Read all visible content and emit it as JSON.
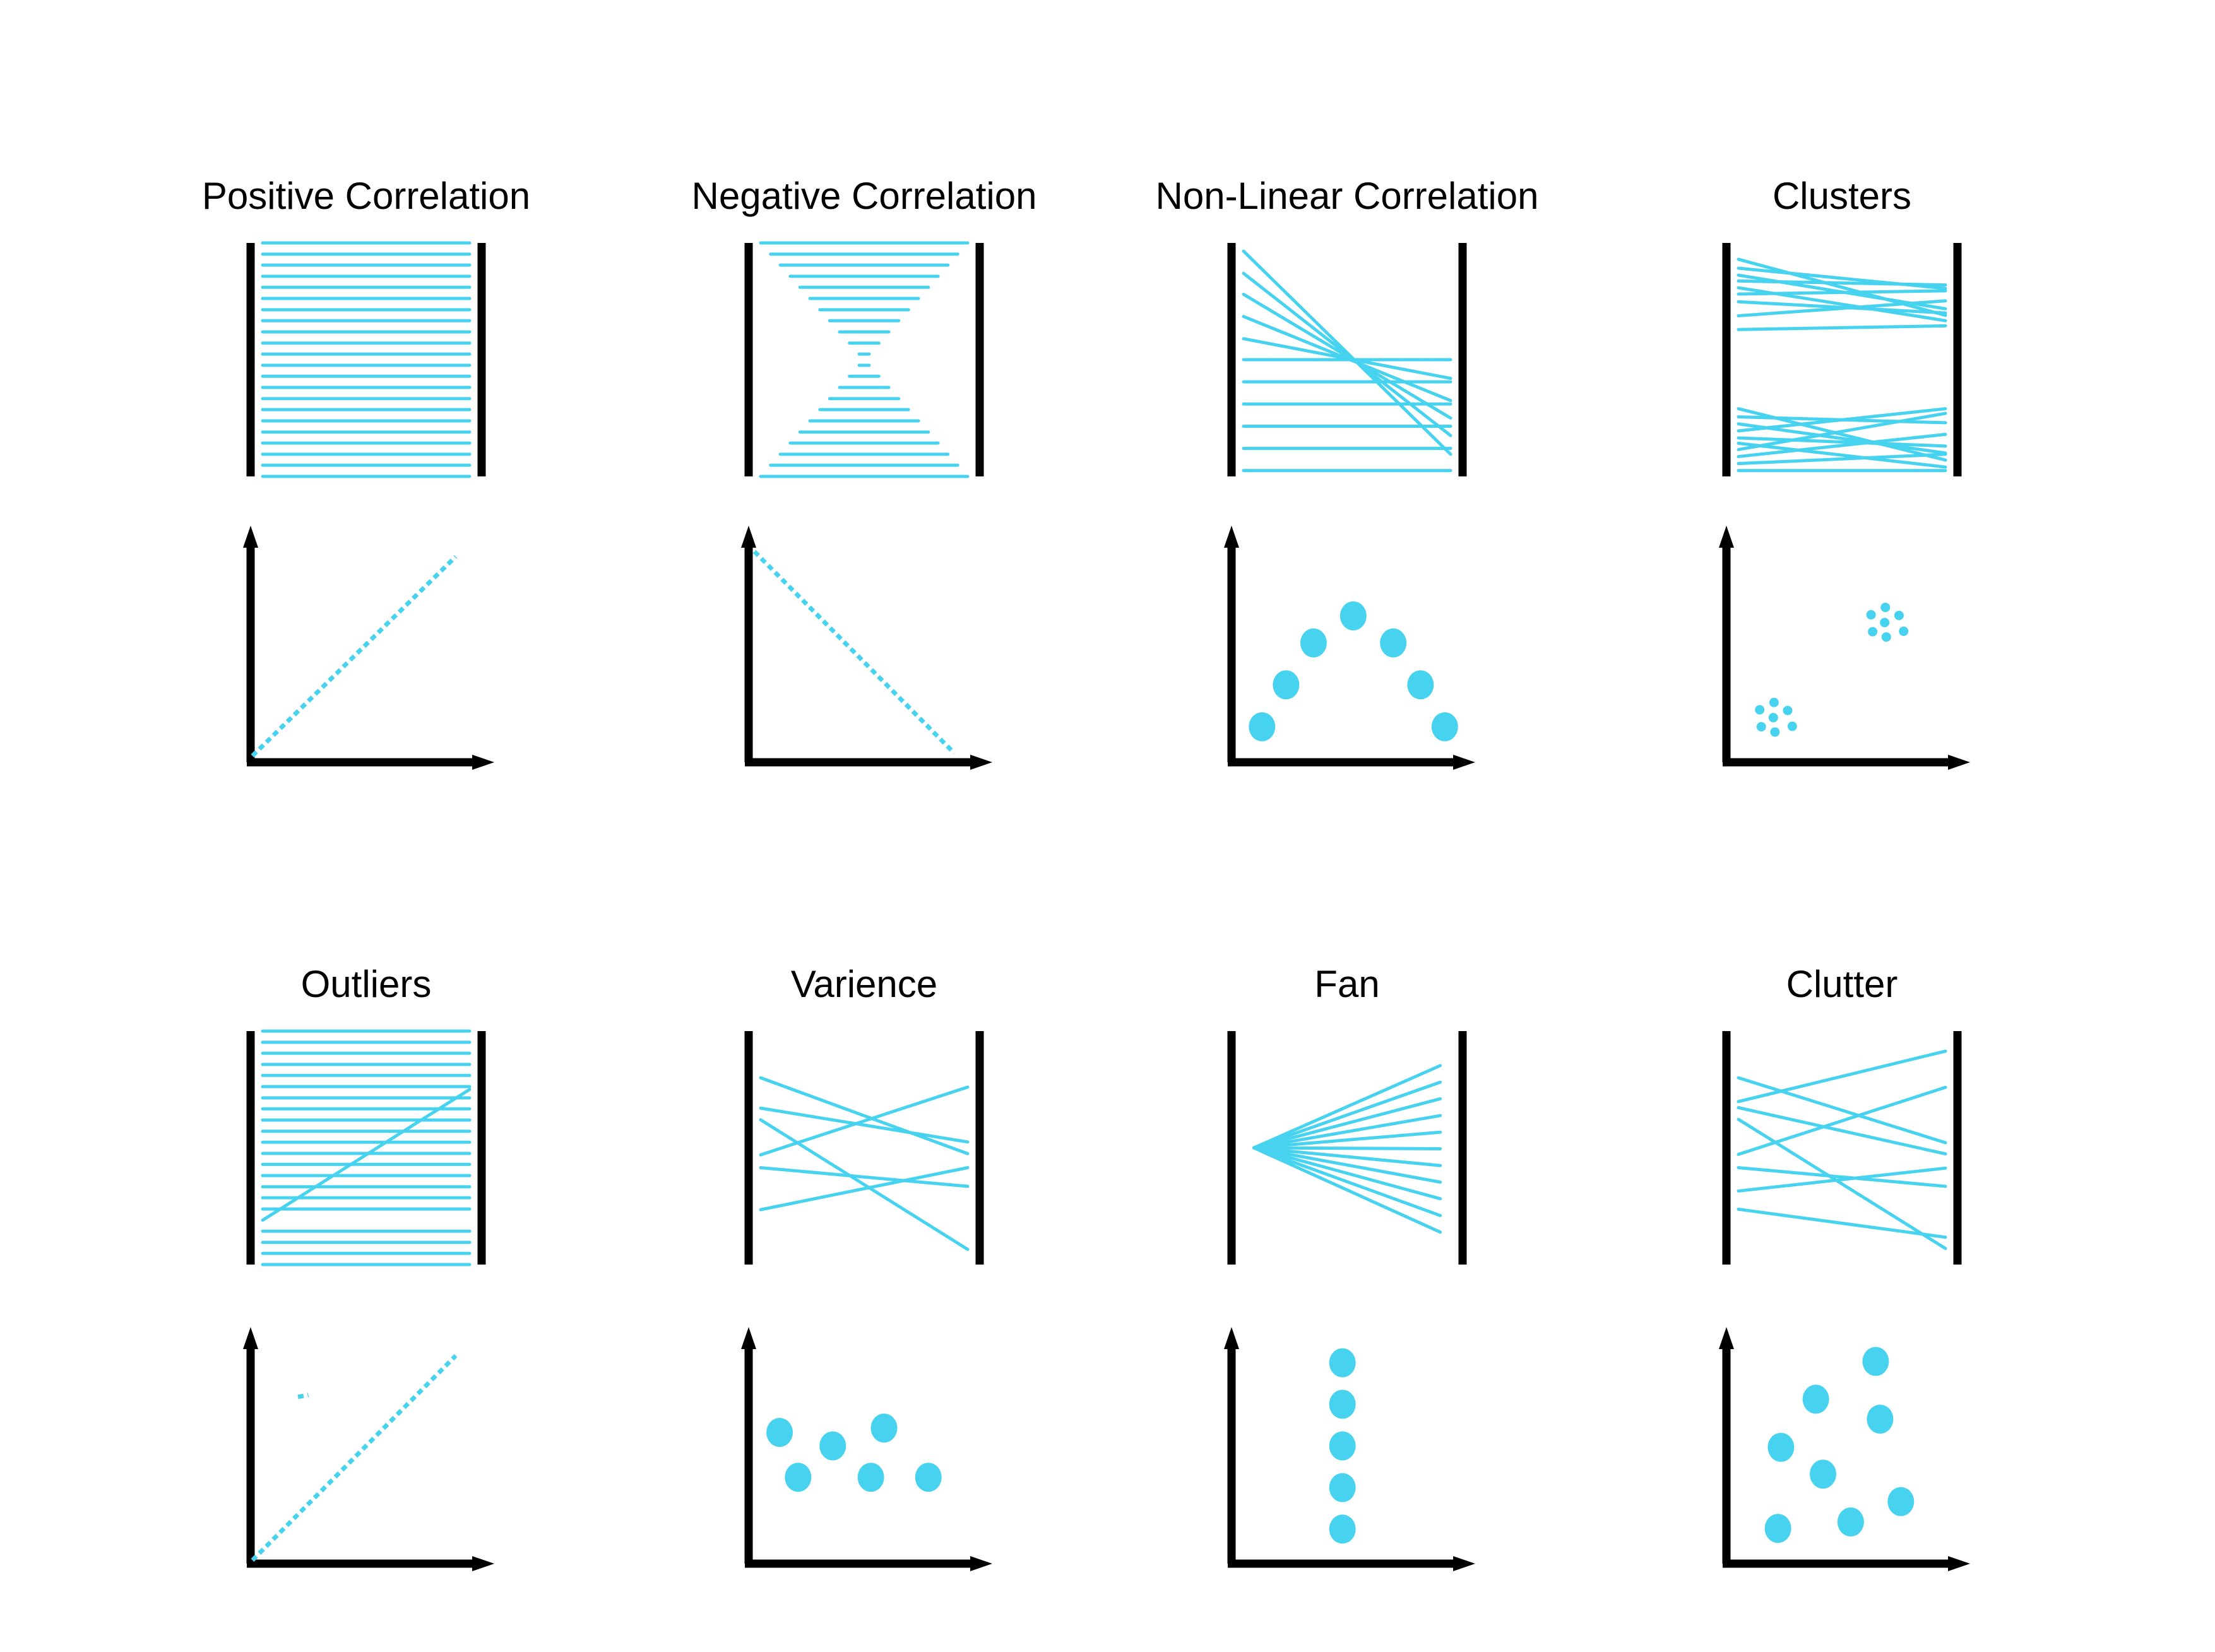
{
  "figure": {
    "background": "#ffffff",
    "text_color": "#000000",
    "axis_color": "#000000",
    "accent_color": "#47D3EF"
  },
  "panels": [
    {
      "title": "Positive Correlation",
      "pc_pattern": "parallel-horizontal-lines",
      "pc_lines": [
        [
          0,
          0,
          1,
          0
        ],
        [
          0,
          0.048,
          1,
          0.048
        ],
        [
          0,
          0.095,
          1,
          0.095
        ],
        [
          0,
          0.143,
          1,
          0.143
        ],
        [
          0,
          0.19,
          1,
          0.19
        ],
        [
          0,
          0.238,
          1,
          0.238
        ],
        [
          0,
          0.286,
          1,
          0.286
        ],
        [
          0,
          0.333,
          1,
          0.333
        ],
        [
          0,
          0.381,
          1,
          0.381
        ],
        [
          0,
          0.429,
          1,
          0.429
        ],
        [
          0,
          0.476,
          1,
          0.476
        ],
        [
          0,
          0.524,
          1,
          0.524
        ],
        [
          0,
          0.571,
          1,
          0.571
        ],
        [
          0,
          0.619,
          1,
          0.619
        ],
        [
          0,
          0.667,
          1,
          0.667
        ],
        [
          0,
          0.714,
          1,
          0.714
        ],
        [
          0,
          0.762,
          1,
          0.762
        ],
        [
          0,
          0.81,
          1,
          0.81
        ],
        [
          0,
          0.857,
          1,
          0.857
        ],
        [
          0,
          0.905,
          1,
          0.905
        ],
        [
          0,
          0.952,
          1,
          0.952
        ],
        [
          0,
          1,
          1,
          1
        ]
      ],
      "scatter": {
        "dashes": [
          [
            0.008,
            0.972,
            0.888,
            0.102
          ]
        ],
        "dots": [],
        "mini_dots": []
      }
    },
    {
      "title": "Negative Correlation",
      "pc_pattern": "hourglass-of-horizontal-lines",
      "pc_lines": [
        [
          0,
          0,
          1,
          0
        ],
        [
          0.048,
          0.048,
          0.952,
          0.048
        ],
        [
          0.095,
          0.095,
          0.905,
          0.095
        ],
        [
          0.143,
          0.143,
          0.857,
          0.143
        ],
        [
          0.19,
          0.19,
          0.81,
          0.19
        ],
        [
          0.238,
          0.238,
          0.762,
          0.238
        ],
        [
          0.286,
          0.286,
          0.714,
          0.286
        ],
        [
          0.333,
          0.333,
          0.667,
          0.333
        ],
        [
          0.381,
          0.381,
          0.619,
          0.381
        ],
        [
          0.429,
          0.429,
          0.571,
          0.429
        ],
        [
          0.476,
          0.476,
          0.524,
          0.476
        ],
        [
          0.476,
          0.524,
          0.524,
          0.524
        ],
        [
          0.429,
          0.571,
          0.571,
          0.571
        ],
        [
          0.381,
          0.619,
          0.619,
          0.619
        ],
        [
          0.333,
          0.667,
          0.667,
          0.667
        ],
        [
          0.286,
          0.714,
          0.714,
          0.714
        ],
        [
          0.238,
          0.762,
          0.762,
          0.762
        ],
        [
          0.19,
          0.81,
          0.81,
          0.81
        ],
        [
          0.143,
          0.857,
          0.857,
          0.857
        ],
        [
          0.095,
          0.905,
          0.905,
          0.905
        ],
        [
          0.048,
          0.952,
          0.952,
          0.952
        ],
        [
          0,
          1,
          1,
          1
        ]
      ],
      "scatter": {
        "dashes": [
          [
            0.025,
            0.08,
            0.89,
            0.96
          ]
        ],
        "dots": [],
        "mini_dots": []
      }
    },
    {
      "title": "Non-Linear Correlation",
      "pc_pattern": "pinched-diagonals-with-horizontals",
      "pc_lines": [
        [
          0,
          0.035,
          1,
          0.905
        ],
        [
          0,
          0.13,
          1,
          0.825
        ],
        [
          0,
          0.22,
          1,
          0.75
        ],
        [
          0,
          0.315,
          1,
          0.675
        ],
        [
          0,
          0.41,
          1,
          0.58
        ],
        [
          0,
          0.5,
          1,
          0.5
        ],
        [
          0,
          0.595,
          1,
          0.595
        ],
        [
          0,
          0.69,
          1,
          0.69
        ],
        [
          0,
          0.785,
          1,
          0.785
        ],
        [
          0,
          0.88,
          1,
          0.88
        ],
        [
          0,
          0.975,
          1,
          0.975
        ]
      ],
      "scatter": {
        "dashes": [],
        "dots": [
          [
            0.132,
            0.845
          ],
          [
            0.236,
            0.662
          ],
          [
            0.355,
            0.479
          ],
          [
            0.527,
            0.361
          ],
          [
            0.7,
            0.479
          ],
          [
            0.818,
            0.662
          ],
          [
            0.923,
            0.845
          ]
        ],
        "mini_dots": []
      }
    },
    {
      "title": "Clusters",
      "pc_pattern": "two-line-bundles",
      "pc_lines": [
        [
          0,
          0.07,
          1,
          0.31
        ],
        [
          0,
          0.108,
          1,
          0.195
        ],
        [
          0,
          0.138,
          1,
          0.282
        ],
        [
          0,
          0.163,
          1,
          0.18
        ],
        [
          0,
          0.192,
          1,
          0.333
        ],
        [
          0,
          0.219,
          1,
          0.205
        ],
        [
          0,
          0.252,
          1,
          0.3
        ],
        [
          0,
          0.312,
          1,
          0.248
        ],
        [
          0,
          0.371,
          1,
          0.355
        ],
        [
          0,
          0.71,
          1,
          0.93
        ],
        [
          0,
          0.745,
          1,
          0.77
        ],
        [
          0,
          0.775,
          1,
          0.9
        ],
        [
          0,
          0.805,
          1,
          0.71
        ],
        [
          0,
          0.835,
          1,
          0.87
        ],
        [
          0,
          0.858,
          1,
          0.96
        ],
        [
          0,
          0.885,
          1,
          0.73
        ],
        [
          0,
          0.915,
          1,
          0.82
        ],
        [
          0,
          0.945,
          1,
          0.905
        ],
        [
          0,
          0.975,
          1,
          0.975
        ]
      ],
      "scatter": {
        "dashes": [],
        "dots": [],
        "mini_dots": [
          [
            0.206,
            0.739
          ],
          [
            0.144,
            0.771
          ],
          [
            0.265,
            0.774
          ],
          [
            0.203,
            0.805
          ],
          [
            0.151,
            0.845
          ],
          [
            0.285,
            0.843
          ],
          [
            0.21,
            0.868
          ],
          [
            0.688,
            0.324
          ],
          [
            0.626,
            0.356
          ],
          [
            0.747,
            0.359
          ],
          [
            0.685,
            0.39
          ],
          [
            0.633,
            0.43
          ],
          [
            0.767,
            0.428
          ],
          [
            0.692,
            0.453
          ]
        ]
      }
    },
    {
      "title": "Outliers",
      "pc_pattern": "parallel-horizontal-lines-with-one-diagonal-outlier",
      "pc_lines": [
        [
          0,
          0,
          1,
          0
        ],
        [
          0,
          0.048,
          1,
          0.048
        ],
        [
          0,
          0.095,
          1,
          0.095
        ],
        [
          0,
          0.143,
          1,
          0.143
        ],
        [
          0,
          0.19,
          1,
          0.19
        ],
        [
          0,
          0.238,
          1,
          0.238
        ],
        [
          0,
          0.286,
          1,
          0.286
        ],
        [
          0,
          0.333,
          1,
          0.333
        ],
        [
          0,
          0.381,
          1,
          0.381
        ],
        [
          0,
          0.429,
          1,
          0.429
        ],
        [
          0,
          0.476,
          1,
          0.476
        ],
        [
          0,
          0.524,
          1,
          0.524
        ],
        [
          0,
          0.571,
          1,
          0.571
        ],
        [
          0,
          0.619,
          1,
          0.619
        ],
        [
          0,
          0.667,
          1,
          0.667
        ],
        [
          0,
          0.714,
          1,
          0.714
        ],
        [
          0,
          0.762,
          1,
          0.762
        ],
        [
          0,
          0.857,
          1,
          0.857
        ],
        [
          0,
          0.905,
          1,
          0.905
        ],
        [
          0,
          0.952,
          1,
          0.952
        ],
        [
          0,
          1,
          1,
          1
        ],
        [
          0,
          0.81,
          1,
          0.25
        ]
      ],
      "scatter": {
        "dashes": [
          [
            0.008,
            0.985,
            0.888,
            0.092
          ],
          [
            0.205,
            0.272,
            0.25,
            0.264
          ]
        ],
        "dots": [],
        "mini_dots": []
      }
    },
    {
      "title": "Varience",
      "pc_pattern": "few-crossing-lines",
      "pc_lines": [
        [
          0,
          0.2,
          1,
          0.525
        ],
        [
          0,
          0.33,
          1,
          0.475
        ],
        [
          0,
          0.38,
          1,
          0.935
        ],
        [
          0,
          0.53,
          1,
          0.24
        ],
        [
          0,
          0.585,
          1,
          0.665
        ],
        [
          0,
          0.765,
          1,
          0.585
        ]
      ],
      "scatter": {
        "dashes": [],
        "dots": [
          [
            0.134,
            0.427
          ],
          [
            0.364,
            0.486
          ],
          [
            0.586,
            0.408
          ],
          [
            0.214,
            0.623
          ],
          [
            0.529,
            0.623
          ],
          [
            0.778,
            0.623
          ]
        ],
        "mini_dots": []
      }
    },
    {
      "title": "Fan",
      "pc_pattern": "fan-from-left-apex",
      "pc_lines": [
        [
          0.05,
          0.5,
          0.95,
          0.148
        ],
        [
          0.05,
          0.5,
          0.95,
          0.219
        ],
        [
          0.05,
          0.5,
          0.95,
          0.29
        ],
        [
          0.05,
          0.5,
          0.95,
          0.362
        ],
        [
          0.05,
          0.5,
          0.95,
          0.433
        ],
        [
          0.05,
          0.5,
          0.95,
          0.504
        ],
        [
          0.05,
          0.5,
          0.95,
          0.576
        ],
        [
          0.05,
          0.5,
          0.95,
          0.647
        ],
        [
          0.05,
          0.5,
          0.95,
          0.718
        ],
        [
          0.05,
          0.5,
          0.95,
          0.79
        ],
        [
          0.05,
          0.5,
          0.95,
          0.861
        ]
      ],
      "scatter": {
        "dashes": [],
        "dots": [
          [
            0.48,
            0.123
          ],
          [
            0.48,
            0.304
          ],
          [
            0.48,
            0.486
          ],
          [
            0.48,
            0.668
          ],
          [
            0.48,
            0.849
          ]
        ],
        "mini_dots": []
      }
    },
    {
      "title": "Clutter",
      "pc_pattern": "random-crossing-lines",
      "pc_lines": [
        [
          0,
          0.2,
          1,
          0.478
        ],
        [
          0,
          0.302,
          1,
          0.086
        ],
        [
          0,
          0.328,
          1,
          0.526
        ],
        [
          0,
          0.378,
          1,
          0.931
        ],
        [
          0,
          0.528,
          1,
          0.241
        ],
        [
          0,
          0.585,
          1,
          0.665
        ],
        [
          0,
          0.685,
          1,
          0.587
        ],
        [
          0,
          0.763,
          1,
          0.883
        ]
      ],
      "scatter": {
        "dashes": [],
        "dots": [
          [
            0.646,
            0.117
          ],
          [
            0.387,
            0.282
          ],
          [
            0.665,
            0.369
          ],
          [
            0.236,
            0.492
          ],
          [
            0.418,
            0.609
          ],
          [
            0.755,
            0.729
          ],
          [
            0.223,
            0.846
          ],
          [
            0.538,
            0.818
          ]
        ],
        "mini_dots": []
      }
    }
  ]
}
